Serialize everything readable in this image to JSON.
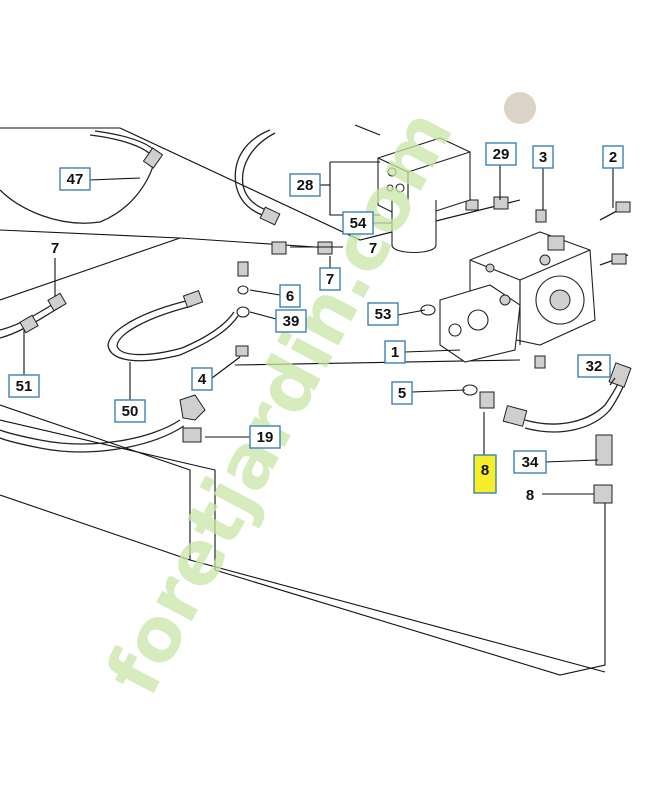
{
  "watermark": {
    "text": "foretjardin.com",
    "color": "#c9e6a8",
    "dot_color": "#cdbfb0"
  },
  "callouts": {
    "c47": "47",
    "c28": "28",
    "c29": "29",
    "c3": "3",
    "c2": "2",
    "c54": "54",
    "c7_left": "7",
    "c7_mid": "7",
    "c7_lower": "7",
    "c6": "6",
    "c39": "39",
    "c53": "53",
    "c1": "1",
    "c4": "4",
    "c5": "5",
    "c32": "32",
    "c51": "51",
    "c50": "50",
    "c19": "19",
    "c8_highlight": "8",
    "c34": "34",
    "c8_right": "8"
  },
  "colors": {
    "box_border": "#3d7fb8",
    "highlight": "#f7ee2a",
    "line": "#111111"
  }
}
